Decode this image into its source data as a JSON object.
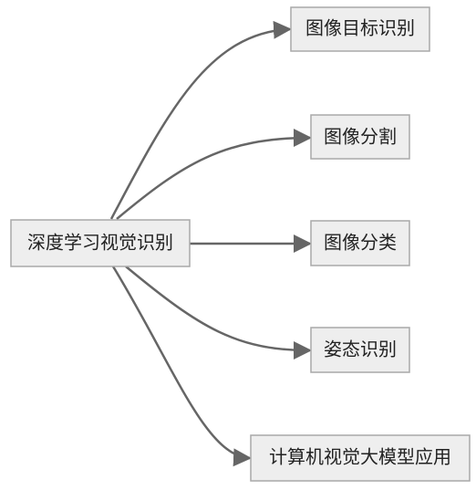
{
  "diagram": {
    "root": {
      "label": "深度学习视觉识别"
    },
    "children": [
      {
        "label": "图像目标识别"
      },
      {
        "label": "图像分割"
      },
      {
        "label": "图像分类"
      },
      {
        "label": "姿态识别"
      },
      {
        "label": "计算机视觉大模型应用"
      }
    ],
    "colors": {
      "node_fill": "#eeeeee",
      "node_stroke": "#a9a9a9",
      "edge": "#666666",
      "text": "#222222",
      "background": "#ffffff"
    }
  }
}
